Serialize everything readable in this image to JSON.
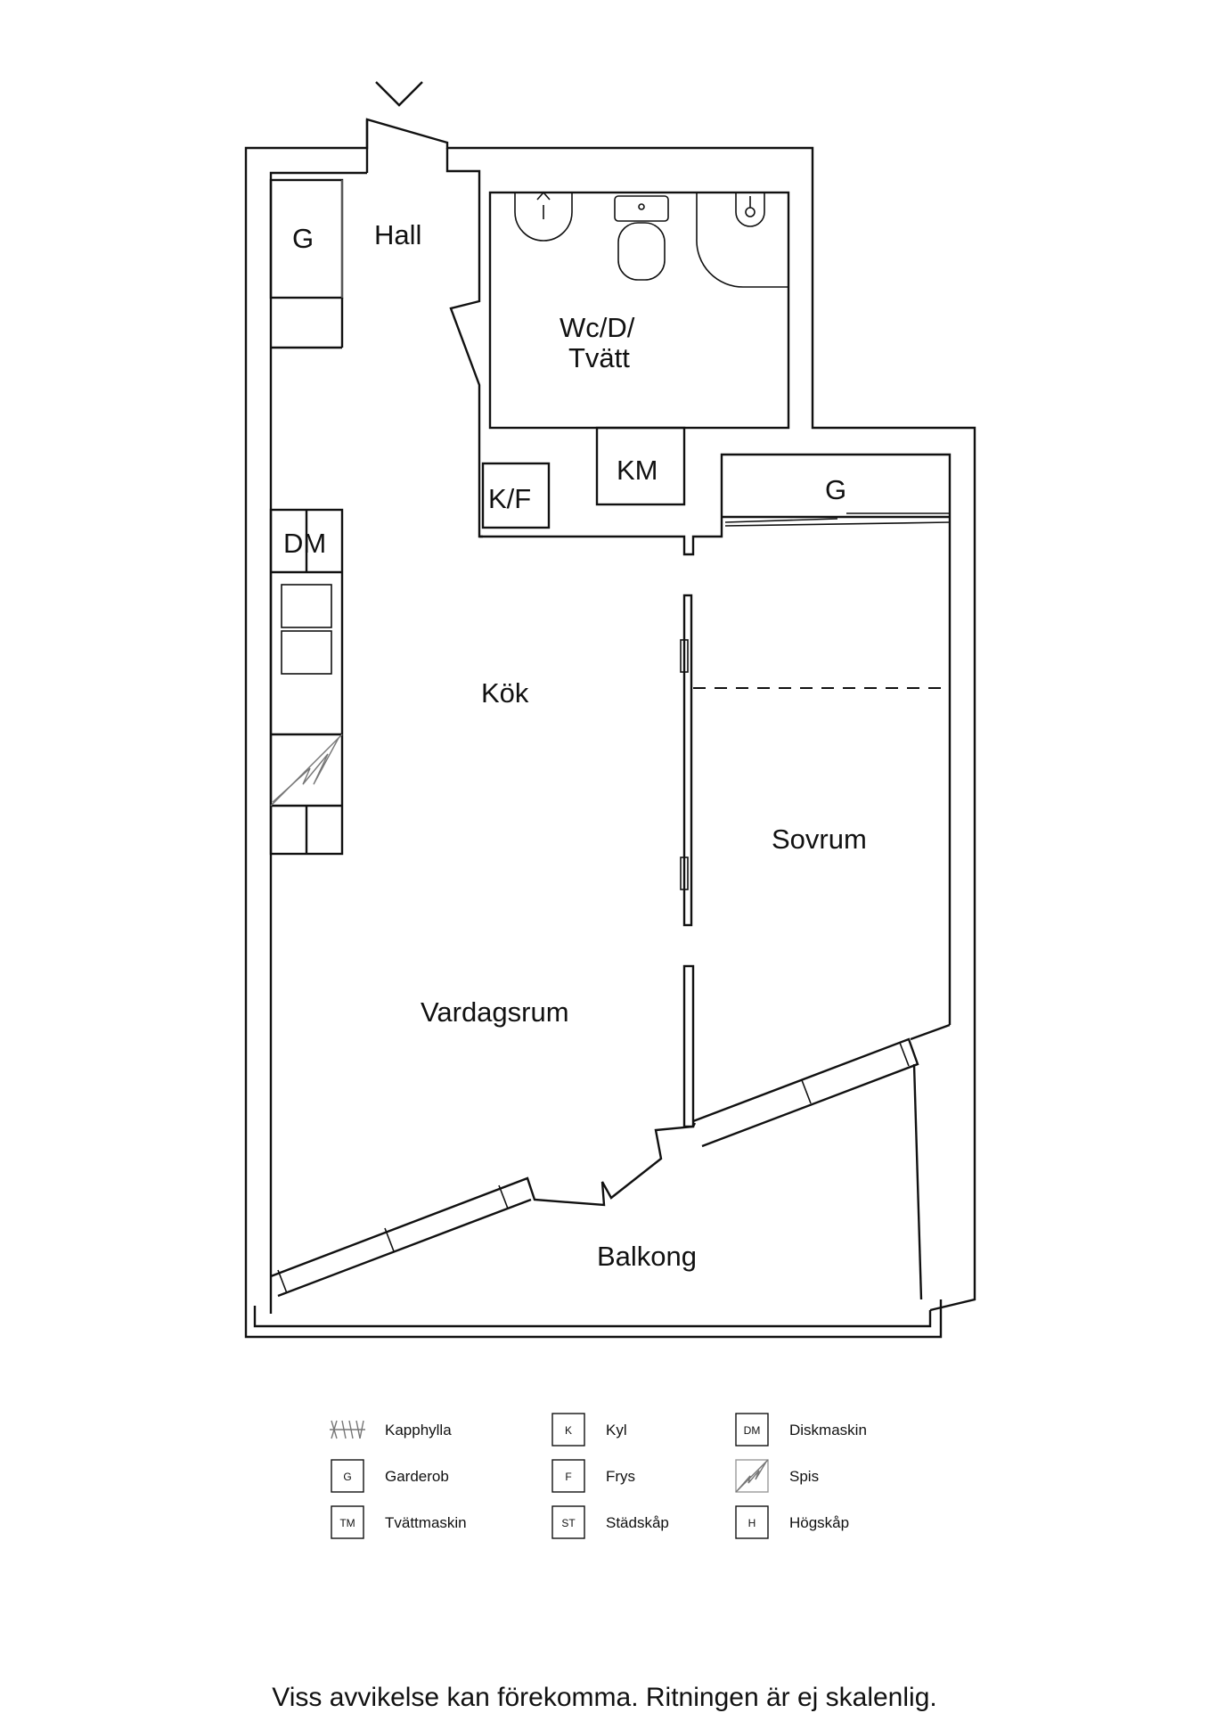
{
  "rooms": {
    "hall": "Hall",
    "wardrobe_hall": "G",
    "bathroom_line1": "Wc/D/",
    "bathroom_line2": "Tvätt",
    "km": "KM",
    "kf": "K/F",
    "wardrobe_bedroom": "G",
    "dm": "DM",
    "kitchen": "Kök",
    "bedroom": "Sovrum",
    "living": "Vardagsrum",
    "balcony": "Balkong"
  },
  "legend": [
    {
      "code": "",
      "label": "Kapphylla",
      "icon": "coat-rack-icon"
    },
    {
      "code": "G",
      "label": "Garderob",
      "icon": "box"
    },
    {
      "code": "TM",
      "label": "Tvättmaskin",
      "icon": "box"
    },
    {
      "code": "K",
      "label": "Kyl",
      "icon": "box"
    },
    {
      "code": "F",
      "label": "Frys",
      "icon": "box"
    },
    {
      "code": "ST",
      "label": "Städskåp",
      "icon": "box"
    },
    {
      "code": "DM",
      "label": "Diskmaskin",
      "icon": "box"
    },
    {
      "code": "",
      "label": "Spis",
      "icon": "stove-icon"
    },
    {
      "code": "H",
      "label": "Högskåp",
      "icon": "box"
    }
  ],
  "disclaimer": "Viss avvikelse kan förekomma. Ritningen är ej skalenlig."
}
